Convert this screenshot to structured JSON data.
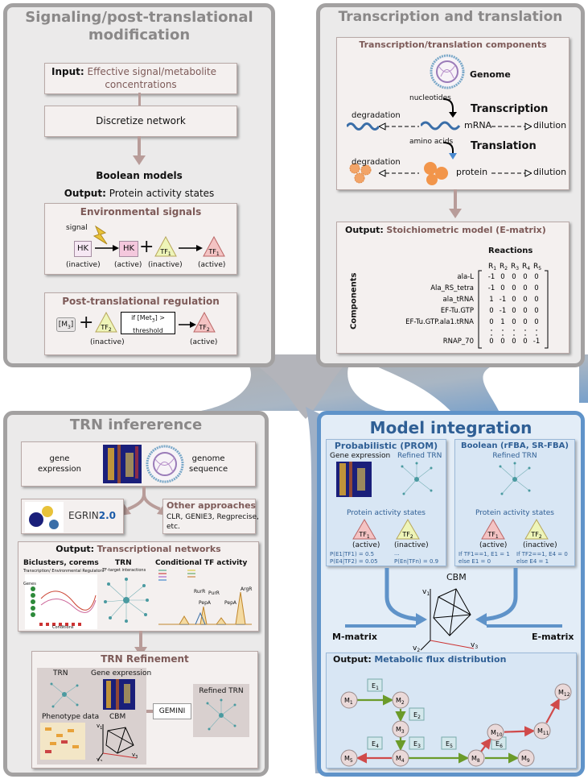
{
  "signaling": {
    "title_line1": "Signaling/post-translational",
    "title_line2": "modification",
    "input_label": "Input:",
    "input_text": "Effective signal/metabolite concentrations",
    "discretize": "Discretize network",
    "boolean_models": "Boolean models",
    "output_label": "Output:",
    "output_text": "Protein activity states",
    "env_title": "Environmental signals",
    "signal": "signal",
    "hk": "HK",
    "tf1": "TF",
    "tf1_sub": "1",
    "inactive": "(inactive)",
    "active": "(active)",
    "ptr_title": "Post-translational regulation",
    "m3": "[M",
    "m3_sub": "3",
    "m3_close": "]",
    "tf2": "TF",
    "tf2_sub": "2",
    "if_line1": "if [Met",
    "if_sub": "3",
    "if_line1_end": "] >",
    "if_line2": "threshold"
  },
  "transcription": {
    "title": "Transcription and translation",
    "components_title": "Transcription/translation components",
    "genome": "Genome",
    "nucleotides": "nucleotides",
    "transcription": "Transcription",
    "degradation": "degradation",
    "mrna": "mRNA",
    "dilution": "dilution",
    "amino_acids": "amino acids",
    "translation": "Translation",
    "protein": "protein",
    "output_label": "Output:",
    "output_text": "Stoichiometric model (E-matrix)",
    "reactions": "Reactions",
    "components": "Components",
    "rcols": [
      "1",
      "2",
      "3",
      "4",
      "5"
    ],
    "rows": [
      {
        "name": "ala-L",
        "values": [
          "-1",
          "0",
          "0",
          "0",
          "0"
        ]
      },
      {
        "name": "Ala_RS_tetra",
        "values": [
          "-1",
          "0",
          "0",
          "0",
          "0"
        ]
      },
      {
        "name": "ala_tRNA",
        "values": [
          "1",
          "-1",
          "0",
          "0",
          "0"
        ]
      },
      {
        "name": "EF-Tu.GTP",
        "values": [
          "0",
          "-1",
          "0",
          "0",
          "0"
        ]
      },
      {
        "name": "EF-Tu.GTP.ala1.tRNA",
        "values": [
          "0",
          "1",
          "0",
          "0",
          "0"
        ]
      },
      {
        "name": "RNAP_70",
        "values": [
          "0",
          "0",
          "0",
          "0",
          "-1"
        ]
      }
    ]
  },
  "trn": {
    "title": "TRN infererence",
    "gene": "gene",
    "expression": "expression",
    "genome": "genome",
    "sequence": "sequence",
    "egrin": "EGRIN",
    "egrin_ver": "2.0",
    "other_title": "Other approaches",
    "other_text1": "CLR, GENIE3, Regprecise,",
    "other_text2": "etc.",
    "output_label": "Output:",
    "output_text": "Transcriptional networks",
    "biclusters": "Biclusters, corems",
    "trn": "TRN",
    "cond_tf": "Conditional TF activity",
    "tf_reg": "Transcription/ Environmental Regulators",
    "genes": "Genes",
    "conditions": "Conditions",
    "tf_target": "TF-target interactions",
    "rurr": "RurR",
    "purr": "PurR",
    "pepa1": "PepA",
    "pepa2": "PepA",
    "argr": "ArgR",
    "refinement_title": "TRN Refinement",
    "ref_trn": "TRN",
    "ref_gene_expr": "Gene expression",
    "phenotype": "Phenotype data",
    "cbm": "CBM",
    "gemini": "GEMINI",
    "refined_trn": "Refined TRN",
    "v1": "v",
    "v2": "v",
    "v3": "v"
  },
  "integration": {
    "title": "Model integration",
    "prom_title": "Probabilistic (PROM)",
    "prom_gene": "Gene expression",
    "prom_trn": "Refined TRN",
    "prom_states": "Protein activity states",
    "active": "(active)",
    "inactive": "(inactive)",
    "prom_p1": "P(E1|TF1) = 0.5",
    "prom_p2": "P(E4|TF2) = 0.05",
    "prom_p3": "...",
    "prom_p4": "P(En|TFn) = 0.9",
    "bool_title": "Boolean (rFBA, SR-FBA)",
    "bool_trn": "Refined TRN",
    "bool_states": "Protein activity states",
    "bool_l1": "If TF1==1, E1 = 1",
    "bool_l2": "else E1 = 0",
    "bool_r1": "If TF2==1, E4 = 0",
    "bool_r2": "else E4 = 1",
    "cbm": "CBM",
    "m_matrix": "M-matrix",
    "e_matrix": "E-matrix",
    "output_label": "Output:",
    "output_text": "Metabolic flux distribution",
    "nodes": [
      "M1",
      "M2",
      "M3",
      "M4",
      "M5",
      "M8",
      "M9",
      "M10",
      "M11",
      "M12"
    ],
    "enzymes": [
      "E1",
      "E2",
      "E3",
      "E4",
      "E5",
      "E6"
    ]
  },
  "colors": {
    "gray_border": "#a3a1a1",
    "blue_border": "#5f93c9",
    "brown_text": "#7d5a58",
    "blue_text": "#2f5f95",
    "arrow_green": "#6b9b2a",
    "arrow_red": "#d04a4a"
  }
}
